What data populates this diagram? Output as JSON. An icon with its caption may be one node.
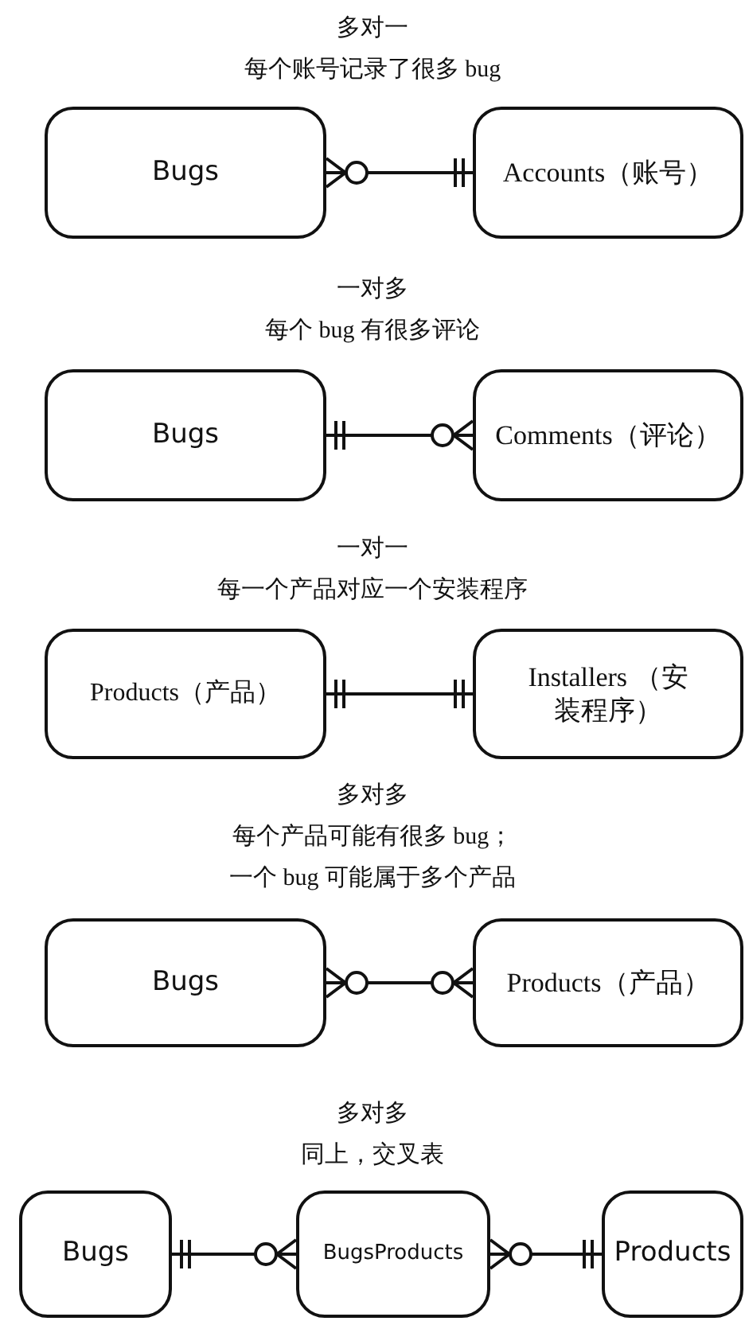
{
  "diagram": {
    "nodes": [
      {
        "text": [
          "Bugs"
        ]
      },
      {
        "text": [
          "Accounts（账号）"
        ]
      },
      {
        "text": [
          "Bugs"
        ]
      },
      {
        "text": [
          "Comments（评论）"
        ]
      },
      {
        "text": [
          "Products（产品）"
        ]
      },
      {
        "text": [
          "Installers （安装程序）"
        ]
      },
      {
        "text": [
          "Bugs"
        ]
      },
      {
        "text": [
          "Products（产品）"
        ]
      },
      {
        "text": [
          "Bugs"
        ]
      },
      {
        "text": [
          "BugsProducts"
        ]
      },
      {
        "text": [
          "Products"
        ]
      }
    ],
    "edges": [
      {
        "from": 0,
        "to": 1,
        "arrow": "other"
      },
      {
        "from": 2,
        "to": 3,
        "arrow": "other"
      },
      {
        "from": 4,
        "to": 5,
        "arrow": "other"
      },
      {
        "from": 6,
        "to": 7,
        "arrow": "other"
      },
      {
        "from": 8,
        "to": 9,
        "arrow": "other"
      },
      {
        "from": 9,
        "to": 10,
        "arrow": "other"
      }
    ],
    "labels": [
      "多对一",
      "每个账号记录了很多 bug",
      "一对多",
      "每个 bug 有很多评论",
      "一对一",
      "每一个产品对应一个安装程序",
      "多对多",
      "每个产品可能有很多 bug；",
      "一个 bug 可能属于多个产品",
      "多对多",
      "同上，交叉表"
    ]
  }
}
